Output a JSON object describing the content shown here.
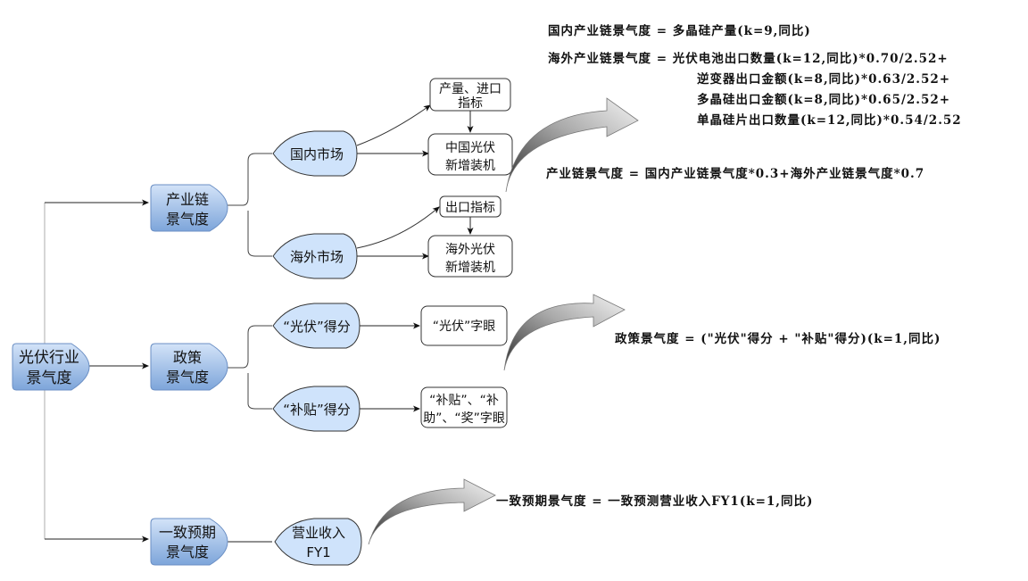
{
  "root": {
    "line1": "光伏行业",
    "line2": "景气度"
  },
  "level1": [
    {
      "id": "chain",
      "line1": "产业链",
      "line2": "景气度"
    },
    {
      "id": "policy",
      "line1": "政策",
      "line2": "景气度"
    },
    {
      "id": "consensus",
      "line1": "一致预期",
      "line2": "景气度"
    }
  ],
  "level2": {
    "domestic": "国内市场",
    "overseas": "海外市场",
    "pv_score": "“光伏”得分",
    "subsidy_score": "“补贴”得分",
    "revenue": {
      "line1": "营业收入",
      "line2": "FY1"
    }
  },
  "level3": {
    "domestic_indicator": {
      "line1": "产量、进口",
      "line2": "指标"
    },
    "china_install": {
      "line1": "中国光伏",
      "line2": "新增装机"
    },
    "export_indicator": "出口指标",
    "overseas_install": {
      "line1": "海外光伏",
      "line2": "新增装机"
    },
    "pv_keyword": "“光伏”字眼",
    "subsidy_keyword": {
      "line1": "“补贴”、“补",
      "line2": "助”、“奖”字眼"
    }
  },
  "formulas": {
    "domestic": "国内产业链景气度 = 多晶硅产量(k=9,同比)",
    "overseas": [
      "海外产业链景气度 = 光伏电池出口数量(k=12,同比)*0.70/2.52+",
      "逆变器出口金额(k=8,同比)*0.63/2.52+",
      "多晶硅出口金额(k=8,同比)*0.65/2.52+",
      "单晶硅片出口数量(k=12,同比)*0.54/2.52"
    ],
    "chain": "产业链景气度 = 国内产业链景气度*0.3+海外产业链景气度*0.7",
    "policy": "政策景气度 = (\"光伏\"得分 + \"补贴\"得分)(k=1,同比)",
    "consensus": "一致预期景气度 = 一致预测营业收入FY1(k=1,同比)"
  },
  "colors": {
    "primary_node_top": "#c9dcf5",
    "primary_node_bottom": "#7fa7db",
    "primary_node_border": "#5f87c0",
    "leaf_node_fill": "#cfe3fb",
    "arrow_light": "#f0f0f0",
    "arrow_dark": "#333333"
  }
}
